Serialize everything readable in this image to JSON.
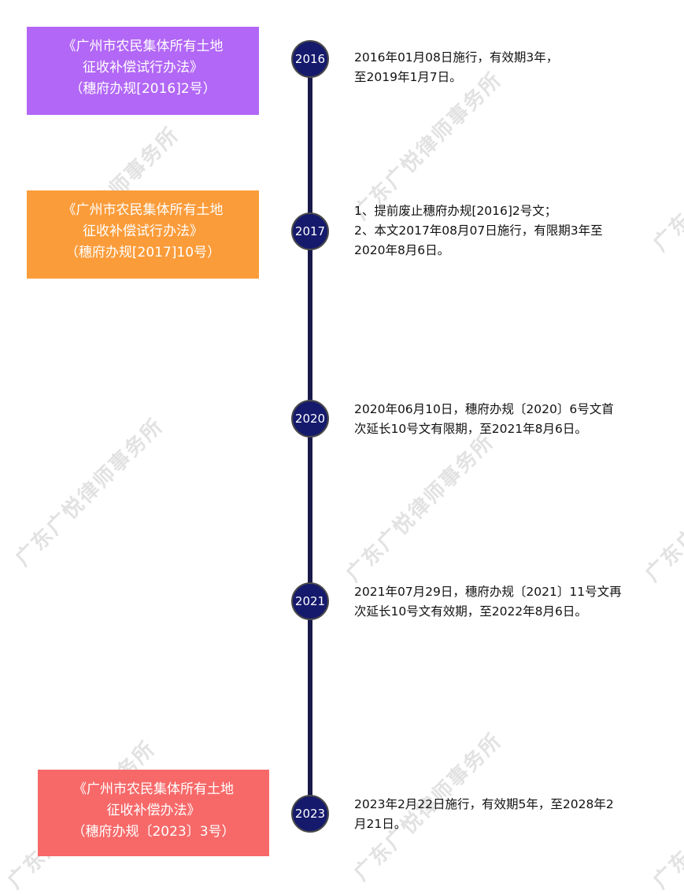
{
  "watermark": "广东广悦律师事务所",
  "colors": {
    "box_2016": "#b267f6",
    "box_2017": "#fb9c3a",
    "box_2023": "#f76969",
    "node": "#151a6d",
    "line": "#18194a"
  },
  "timeline": [
    {
      "year": "2016",
      "title": [
        "《广州市农民集体所有土地",
        "征收补偿试行办法》",
        "（穗府办规[2016]2号）"
      ],
      "desc": [
        "2016年01月08日施行，有效期3年，",
        "至2019年1月7日。"
      ]
    },
    {
      "year": "2017",
      "title": [
        "《广州市农民集体所有土地",
        "征收补偿试行办法》",
        "（穗府办规[2017]10号）"
      ],
      "desc": [
        "1、提前废止穗府办规[2016]2号文；",
        "2、本文2017年08月07日施行，有限期3年至",
        "2020年8月6日。"
      ]
    },
    {
      "year": "2020",
      "desc": [
        "2020年06月10日，穗府办规〔2020〕6号文首",
        "次延长10号文有限期，至2021年8月6日。"
      ]
    },
    {
      "year": "2021",
      "desc": [
        "2021年07月29日，穗府办规〔2021〕11号文再",
        "次延长10号文有效期，至2022年8月6日。"
      ]
    },
    {
      "year": "2023",
      "title": [
        "《广州市农民集体所有土地",
        "征收补偿办法》",
        "（穗府办规〔2023〕3号）"
      ],
      "desc": [
        "2023年2月22日施行，有效期5年，至2028年2",
        "月21日。"
      ]
    }
  ]
}
